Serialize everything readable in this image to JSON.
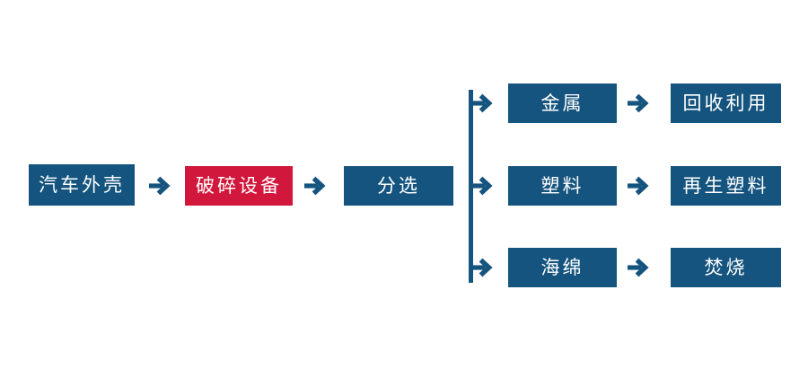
{
  "diagram": {
    "type": "flowchart",
    "topic": "automobile shell recycling process",
    "background": "#ffffff",
    "colors": {
      "node_blue": "#15547e",
      "node_red": "#d2173c",
      "arrow_blue": "#15547e",
      "connector_blue": "#15547e",
      "text": "#ffffff"
    },
    "nodes": {
      "car_shell": {
        "label": "汽车外壳",
        "color": "#15547e"
      },
      "crusher": {
        "label": "破碎设备",
        "color": "#d2173c"
      },
      "sorting": {
        "label": "分选",
        "color": "#15547e"
      },
      "metal": {
        "label": "金属",
        "color": "#15547e"
      },
      "metal_outcome": {
        "label": "回收利用",
        "color": "#15547e"
      },
      "plastic": {
        "label": "塑料",
        "color": "#15547e"
      },
      "plastic_outcome": {
        "label": "再生塑料",
        "color": "#15547e"
      },
      "sponge": {
        "label": "海绵",
        "color": "#15547e"
      },
      "sponge_outcome": {
        "label": "焚烧",
        "color": "#15547e"
      }
    },
    "edges": [
      {
        "from": "car_shell",
        "to": "crusher"
      },
      {
        "from": "crusher",
        "to": "sorting"
      },
      {
        "from": "sorting",
        "to": "metal"
      },
      {
        "from": "sorting",
        "to": "plastic"
      },
      {
        "from": "sorting",
        "to": "sponge"
      },
      {
        "from": "metal",
        "to": "metal_outcome"
      },
      {
        "from": "plastic",
        "to": "plastic_outcome"
      },
      {
        "from": "sponge",
        "to": "sponge_outcome"
      }
    ]
  }
}
